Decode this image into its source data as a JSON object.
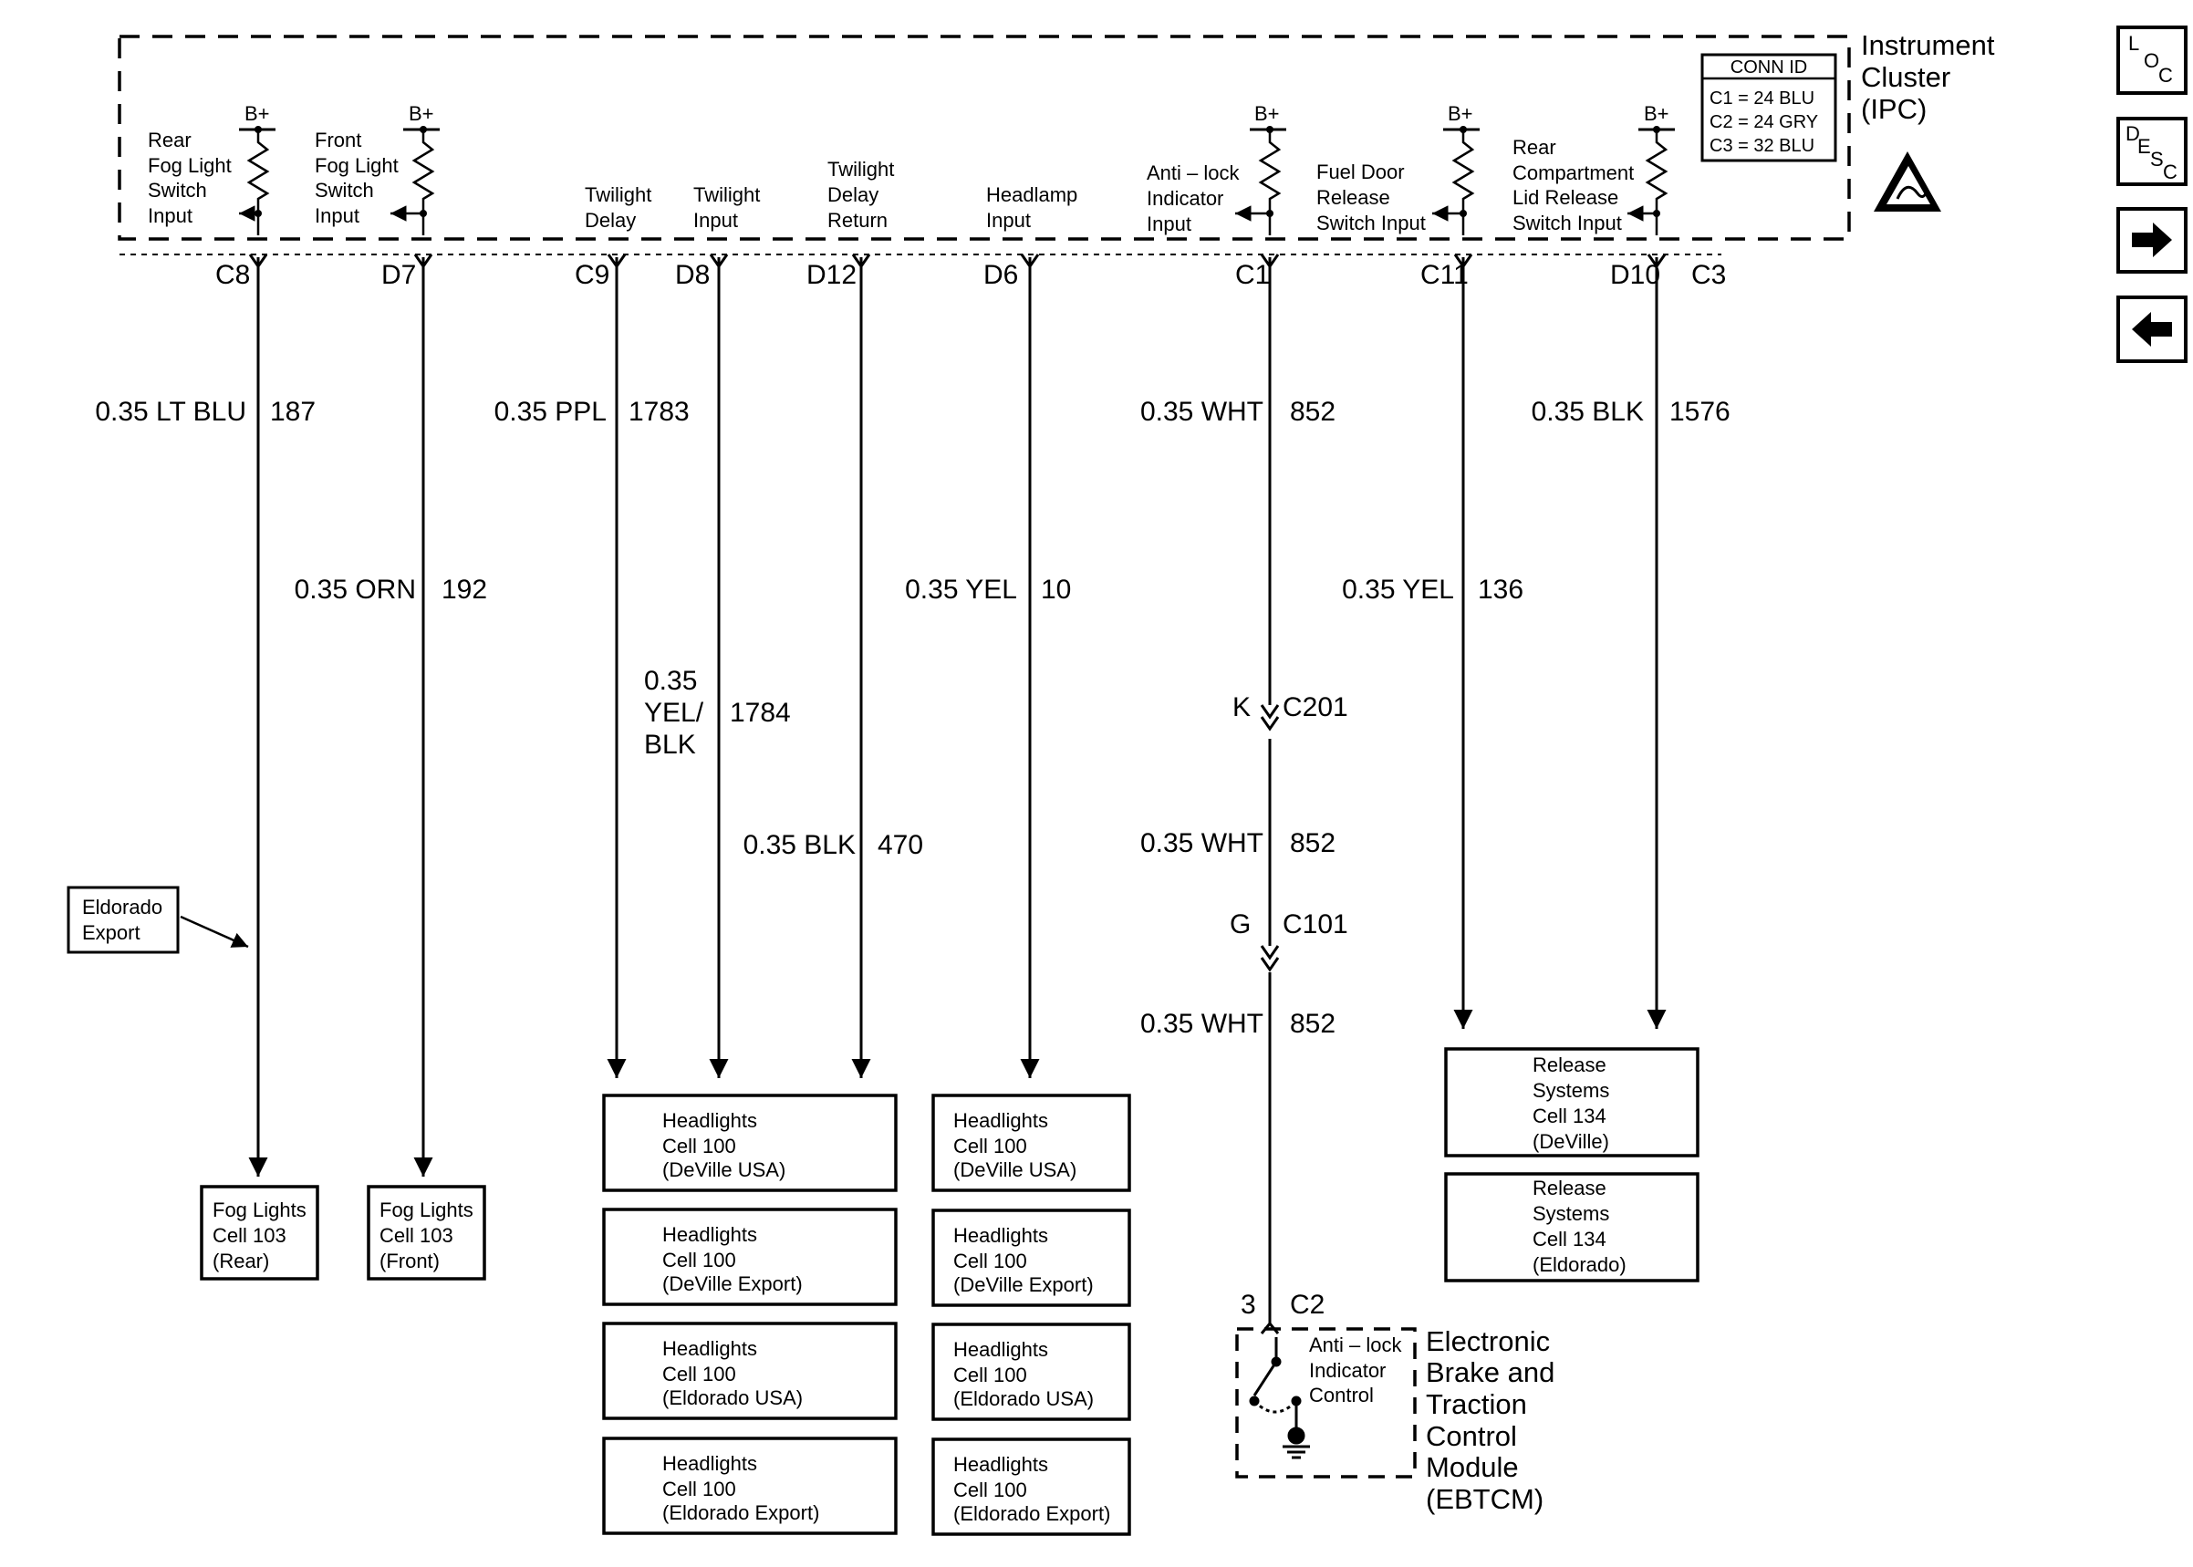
{
  "ipc": {
    "title": [
      "Instrument",
      "Cluster",
      "(IPC)"
    ],
    "conn_id": {
      "header": "CONN ID",
      "rows": [
        "C1 = 24 BLU",
        "C2 = 24 GRY",
        "C3 = 32 BLU"
      ]
    },
    "bplus": "B+",
    "inputs": {
      "rear_fog": [
        "Rear",
        "Fog Light",
        "Switch",
        "Input"
      ],
      "front_fog": [
        "Front",
        "Fog Light",
        "Switch",
        "Input"
      ],
      "twilight_delay": [
        "Twilight",
        "Delay"
      ],
      "twilight_input": [
        "Twilight",
        "Input"
      ],
      "twilight_return": [
        "Twilight",
        "Delay",
        "Return"
      ],
      "headlamp": [
        "Headlamp",
        "Input"
      ],
      "antilock": [
        "Anti – lock",
        "Indicator",
        "Input"
      ],
      "fuel_door": [
        "Fuel Door",
        "Release",
        "Switch Input"
      ],
      "rear_comp": [
        "Rear",
        "Compartment",
        "Lid Release",
        "Switch Input"
      ]
    }
  },
  "pins": [
    "C8",
    "D7",
    "C9",
    "D8",
    "D12",
    "D6",
    "C1",
    "C11",
    "D10",
    "C3"
  ],
  "wires": {
    "w187": {
      "gauge_color": "0.35 LT BLU",
      "circuit": "187"
    },
    "w192": {
      "gauge_color": "0.35 ORN",
      "circuit": "192"
    },
    "w1783": {
      "gauge_color": "0.35 PPL",
      "circuit": "1783"
    },
    "w1784": {
      "gauge_lines": [
        "0.35",
        "YEL/",
        "BLK"
      ],
      "circuit": "1784"
    },
    "w470": {
      "gauge_color": "0.35 BLK",
      "circuit": "470"
    },
    "w10": {
      "gauge_color": "0.35 YEL",
      "circuit": "10"
    },
    "w852a": {
      "gauge_color": "0.35 WHT",
      "circuit": "852"
    },
    "w852b": {
      "gauge_color": "0.35 WHT",
      "circuit": "852"
    },
    "w852c": {
      "gauge_color": "0.35 WHT",
      "circuit": "852"
    },
    "w136": {
      "gauge_color": "0.35 YEL",
      "circuit": "136"
    },
    "w1576": {
      "gauge_color": "0.35 BLK",
      "circuit": "1576"
    }
  },
  "connectors": {
    "c201": {
      "pin": "K",
      "name": "C201"
    },
    "c101": {
      "pin": "G",
      "name": "C101"
    },
    "c2": {
      "pin": "3",
      "name": "C2"
    }
  },
  "eldorado_export": [
    "Eldorado",
    "Export"
  ],
  "boxes": {
    "fog_rear": [
      "Fog Lights",
      "Cell 103",
      "(Rear)"
    ],
    "fog_front": [
      "Fog Lights",
      "Cell 103",
      "(Front)"
    ],
    "hl_left": [
      [
        "Headlights",
        "Cell 100",
        "(DeVille USA)"
      ],
      [
        "Headlights",
        "Cell 100",
        "(DeVille Export)"
      ],
      [
        "Headlights",
        "Cell 100",
        "(Eldorado USA)"
      ],
      [
        "Headlights",
        "Cell 100",
        "(Eldorado Export)"
      ]
    ],
    "hl_right": [
      [
        "Headlights",
        "Cell 100",
        "(DeVille USA)"
      ],
      [
        "Headlights",
        "Cell 100",
        "(DeVille Export)"
      ],
      [
        "Headlights",
        "Cell 100",
        "(Eldorado USA)"
      ],
      [
        "Headlights",
        "Cell 100",
        "(Eldorado Export)"
      ]
    ],
    "release": [
      [
        "Release",
        "Systems",
        "Cell 134",
        "(DeVille)"
      ],
      [
        "Release",
        "Systems",
        "Cell 134",
        "(Eldorado)"
      ]
    ]
  },
  "ebtcm": {
    "inner": [
      "Anti – lock",
      "Indicator",
      "Control"
    ],
    "title": [
      "Electronic",
      "Brake and",
      "Traction",
      "Control",
      "Module",
      "(EBTCM)"
    ]
  },
  "nav": {
    "loc": [
      "L",
      "O",
      "C"
    ],
    "desc": [
      "D",
      "E",
      "S",
      "C"
    ]
  },
  "icons": [
    "esd-warning-icon",
    "arrow-right-icon",
    "arrow-left-icon",
    "ground-icon",
    "switch-icon",
    "resistor-icon"
  ]
}
